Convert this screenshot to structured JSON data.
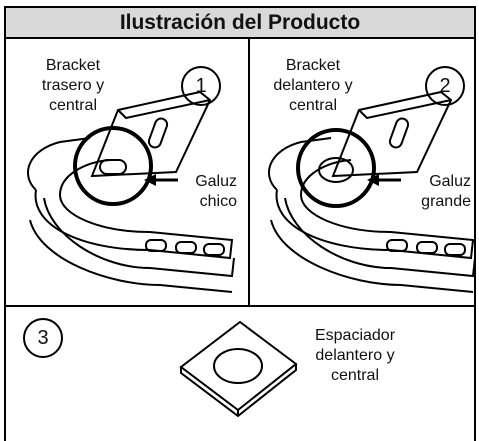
{
  "header": {
    "title": "Ilustración del Producto"
  },
  "panels": [
    {
      "number": "1",
      "label_lines": [
        "Bracket",
        "trasero y",
        "central"
      ],
      "callout_lines": [
        "Galuz",
        "chico"
      ]
    },
    {
      "number": "2",
      "label_lines": [
        "Bracket",
        "delantero y",
        "central"
      ],
      "callout_lines": [
        "Galuz",
        "grande"
      ]
    },
    {
      "number": "3",
      "label_lines": [
        "Espaciador",
        "delantero y",
        "central"
      ]
    }
  ]
}
